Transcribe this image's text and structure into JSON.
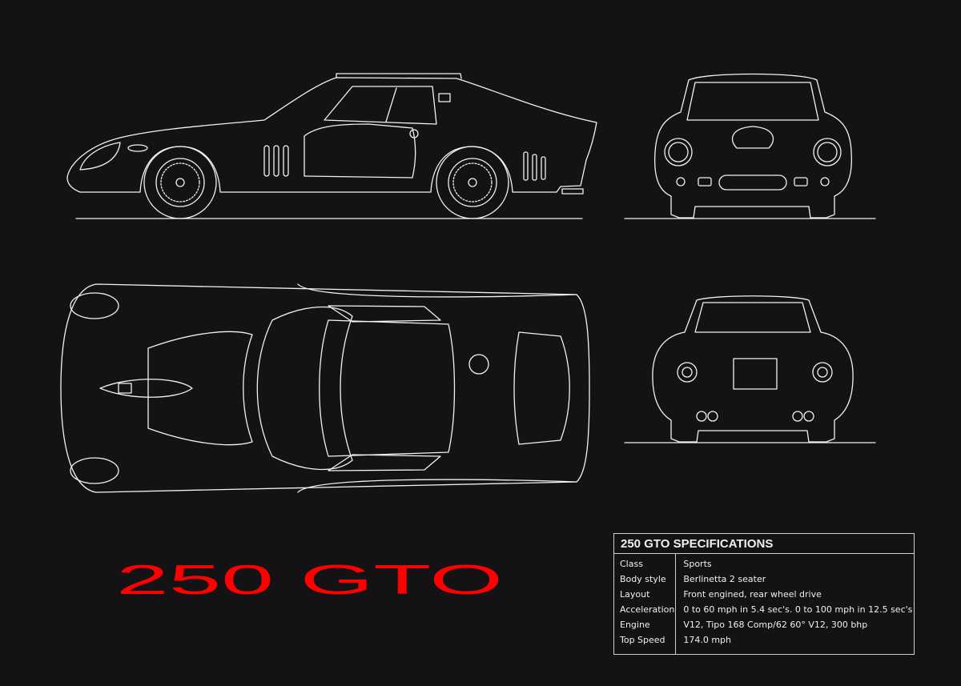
{
  "title": "250 GTO",
  "colors": {
    "background": "#141214",
    "title": "#ff0000",
    "lines": "#f2f2f2"
  },
  "views": [
    "side",
    "front",
    "top",
    "rear"
  ],
  "specs": {
    "heading": "250 GTO SPECIFICATIONS",
    "rows": [
      {
        "label": "Class",
        "value": "Sports"
      },
      {
        "label": "Body style",
        "value": "Berlinetta 2 seater"
      },
      {
        "label": "Layout",
        "value": "Front engined, rear wheel drive"
      },
      {
        "label": "Acceleration",
        "value": "0 to 60 mph in 5.4 sec's. 0 to 100 mph in 12.5 sec's"
      },
      {
        "label": "Engine",
        "value": "V12, Tipo 168 Comp/62 60° V12, 300 bhp"
      },
      {
        "label": "Top Speed",
        "value": "174.0 mph"
      }
    ]
  }
}
